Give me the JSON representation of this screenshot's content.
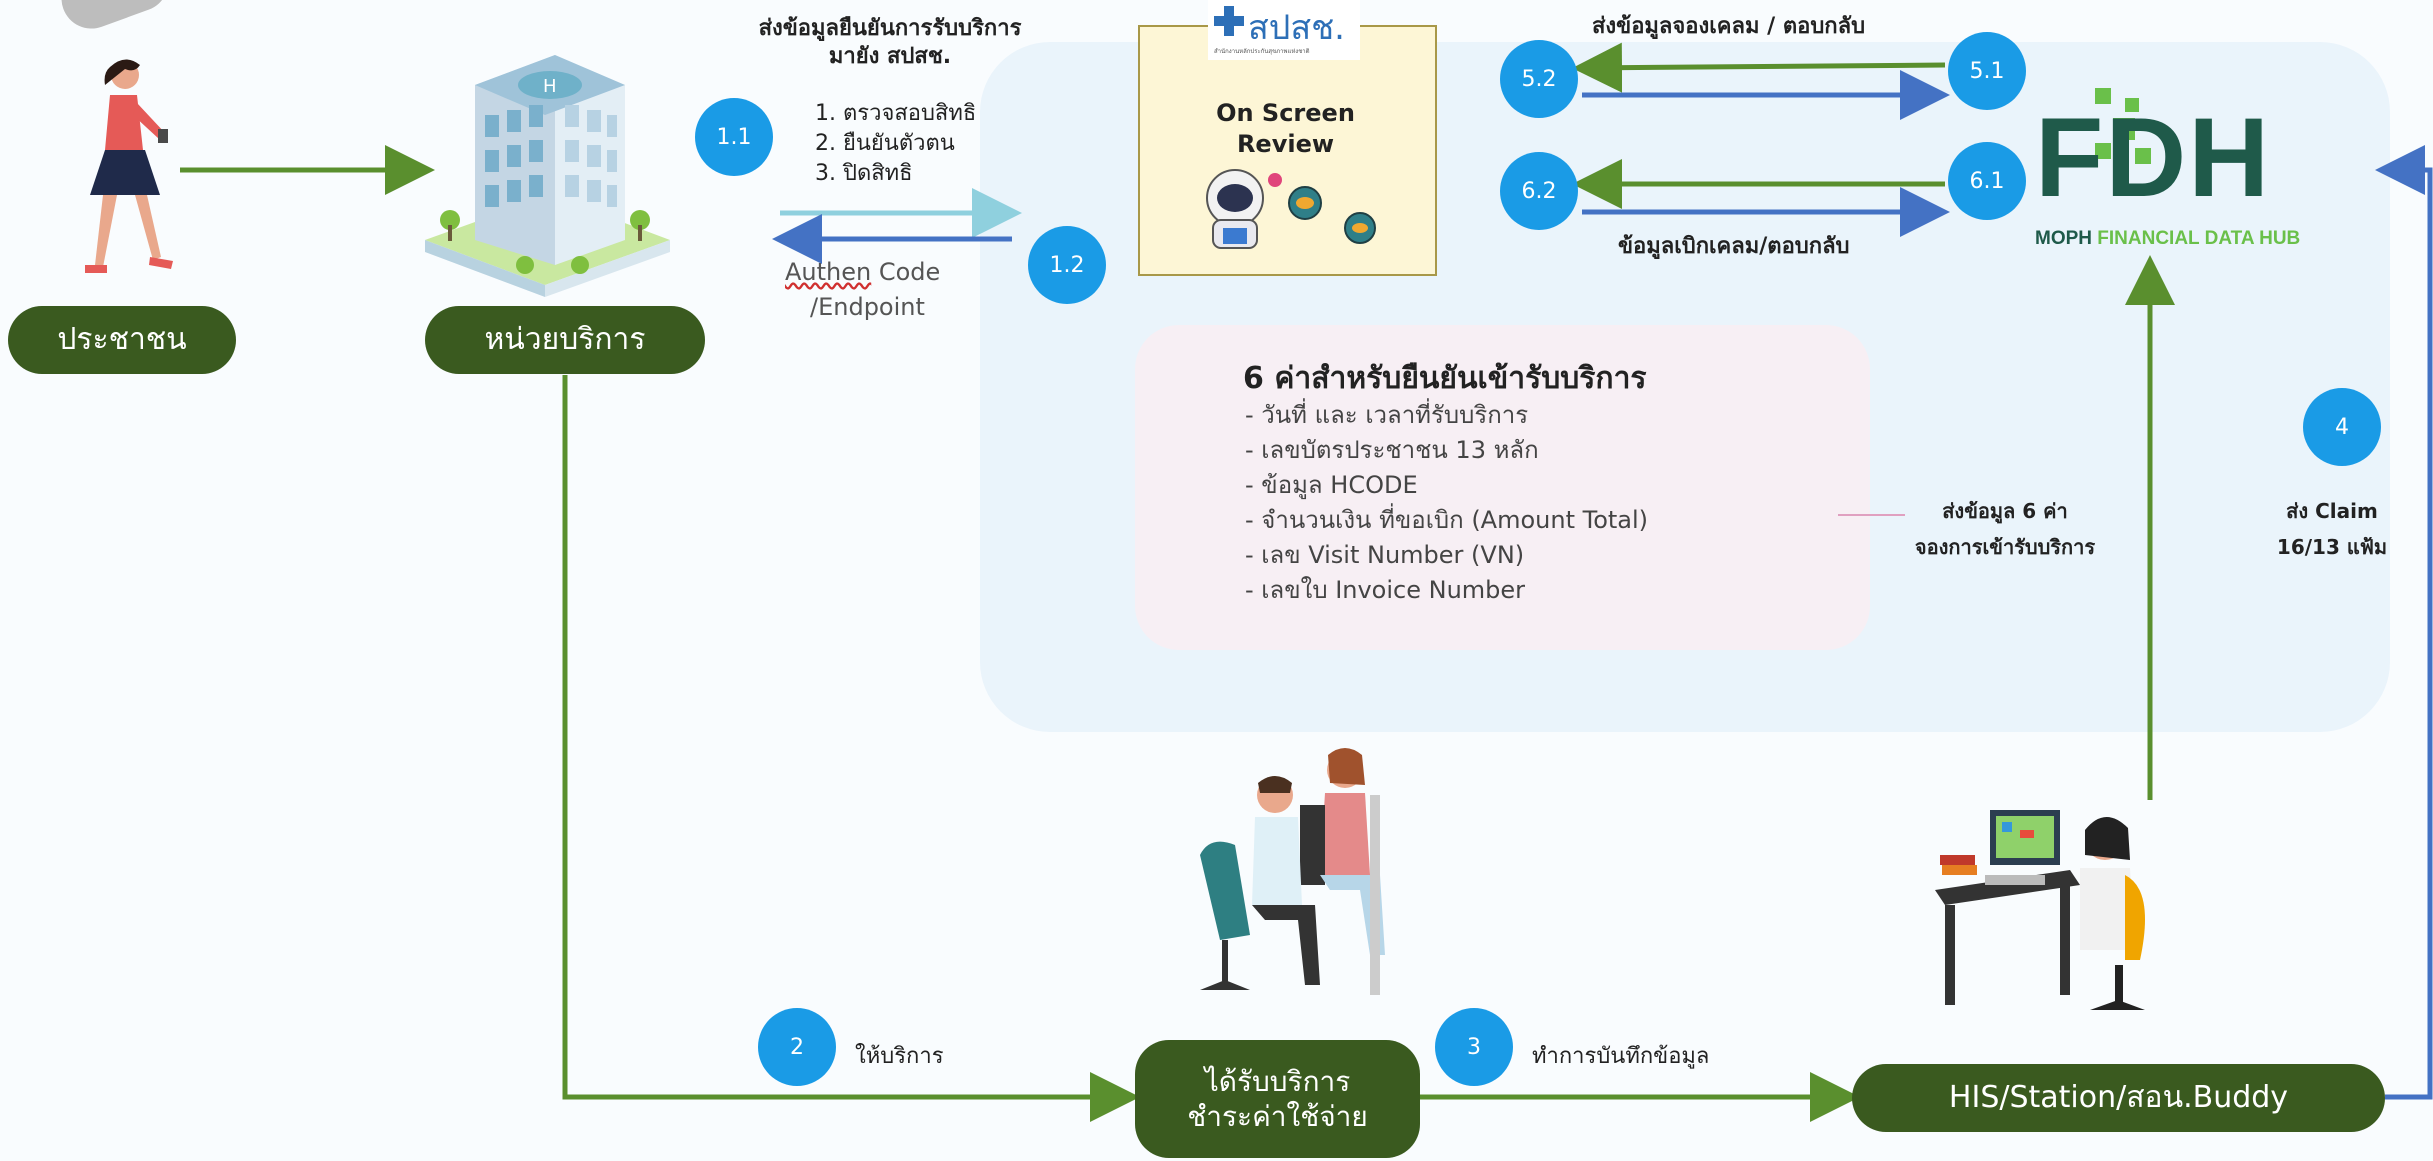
{
  "actors": {
    "citizen": "ประชาชน",
    "provider": "หน่วยบริการ",
    "service": "ได้รับบริการ\nชำระค่าใช้จ่าย",
    "his": "HIS/Station/สอน.Buddy"
  },
  "badges": {
    "b11": "1.1",
    "b12": "1.2",
    "b2": "2",
    "b3": "3",
    "b4": "4",
    "b51": "5.1",
    "b52": "5.2",
    "b61": "6.1",
    "b62": "6.2"
  },
  "top_text": {
    "send_title": "ส่งข้อมูลยืนยันการรับบริการ\nมายัง สปสช.",
    "steps": [
      "1. ตรวจสอบสิทธิ",
      "2. ยืนยันตัวตน",
      "3. ปิดสิทธิ"
    ],
    "authen_word": "Authen",
    "authen_rest": " Code",
    "endpoint": "/Endpoint"
  },
  "nhso": {
    "logo_text": "สปสช.",
    "logo_sub": "สำนักงานหลักประกันสุขภาพแห่งชาติ",
    "title": "On Screen\nReview"
  },
  "fdh": {
    "logo_text": "FDH",
    "moph": "MOPH ",
    "financial": "FINANCIAL DATA HUB"
  },
  "arrows_text": {
    "label_5": "ส่งข้อมูลจองเคลม / ตอบกลับ",
    "label_6": "ข้อมูลเบิกเคลม/ตอบกลับ",
    "label_2": "ให้บริการ",
    "label_3": "ทำการบันทึกข้อมูล",
    "send_six": "ส่งข้อมูล 6 ค่า\nจองการเข้ารับบริการ",
    "claim": "ส่ง Claim\n16/13 แฟ้ม"
  },
  "six_values": {
    "title": "6 ค่าสำหรับยืนยันเข้ารับบริการ",
    "items": [
      "- วันที่ และ เวลาที่รับบริการ",
      "- เลขบัตรประชาชน 13 หลัก",
      "- ข้อมูล HCODE",
      "- จำนวนเงิน ที่ขอเบิก (Amount Total)",
      "- เลข Visit Number (VN)",
      "- เลขใบ Invoice Number"
    ]
  },
  "colors": {
    "pill": "#3a5a1f",
    "badge": "#1a9be6",
    "arrow_green": "#5a8f2e",
    "arrow_blue": "#4472c4",
    "fdh_dark": "#1f5a4a",
    "fdh_green": "#6ac04a"
  },
  "icons": [
    "woman-walking-icon",
    "hospital-building-icon",
    "astronaut-icon",
    "patients-seated-icon",
    "office-worker-icon"
  ]
}
